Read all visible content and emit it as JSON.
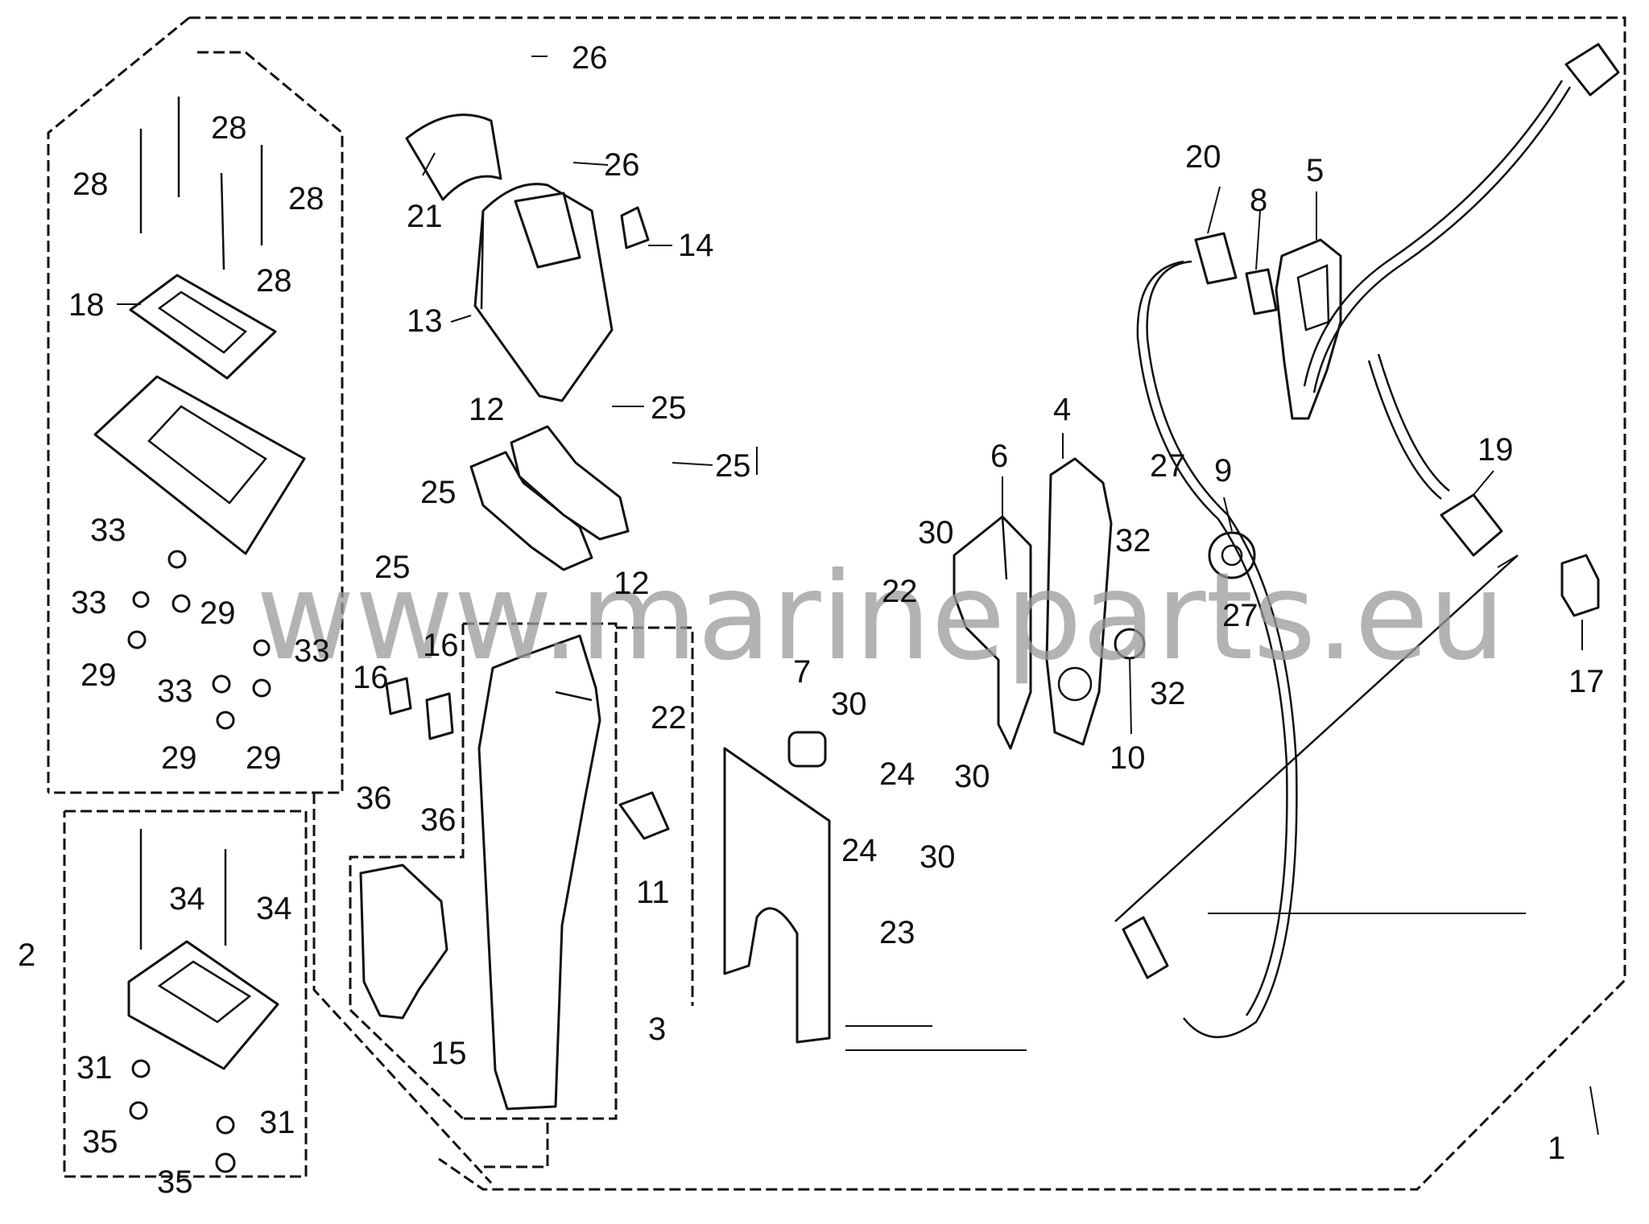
{
  "watermark": "www.marineparts.eu",
  "callouts": {
    "c1": "1",
    "c2": "2",
    "c3": "3",
    "c4": "4",
    "c5": "5",
    "c6": "6",
    "c7": "7",
    "c8": "8",
    "c9": "9",
    "c10": "10",
    "c11": "11",
    "c12a": "12",
    "c12b": "12",
    "c13": "13",
    "c14": "14",
    "c15": "15",
    "c16a": "16",
    "c16b": "16",
    "c17": "17",
    "c18": "18",
    "c19": "19",
    "c20": "20",
    "c21": "21",
    "c22a": "22",
    "c22b": "22",
    "c23": "23",
    "c24a": "24",
    "c24b": "24",
    "c25a": "25",
    "c25b": "25",
    "c25c": "25",
    "c25d": "25",
    "c26a": "26",
    "c26b": "26",
    "c27a": "27",
    "c27b": "27",
    "c28a": "28",
    "c28b": "28",
    "c28c": "28",
    "c28d": "28",
    "c29a": "29",
    "c29b": "29",
    "c29c": "29",
    "c29d": "29",
    "c30a": "30",
    "c30b": "30",
    "c30c": "30",
    "c30d": "30",
    "c31a": "31",
    "c31b": "31",
    "c32a": "32",
    "c32b": "32",
    "c33a": "33",
    "c33b": "33",
    "c33c": "33",
    "c33d": "33",
    "c34a": "34",
    "c34b": "34",
    "c35a": "35",
    "c35b": "35",
    "c36a": "36",
    "c36b": "36"
  }
}
